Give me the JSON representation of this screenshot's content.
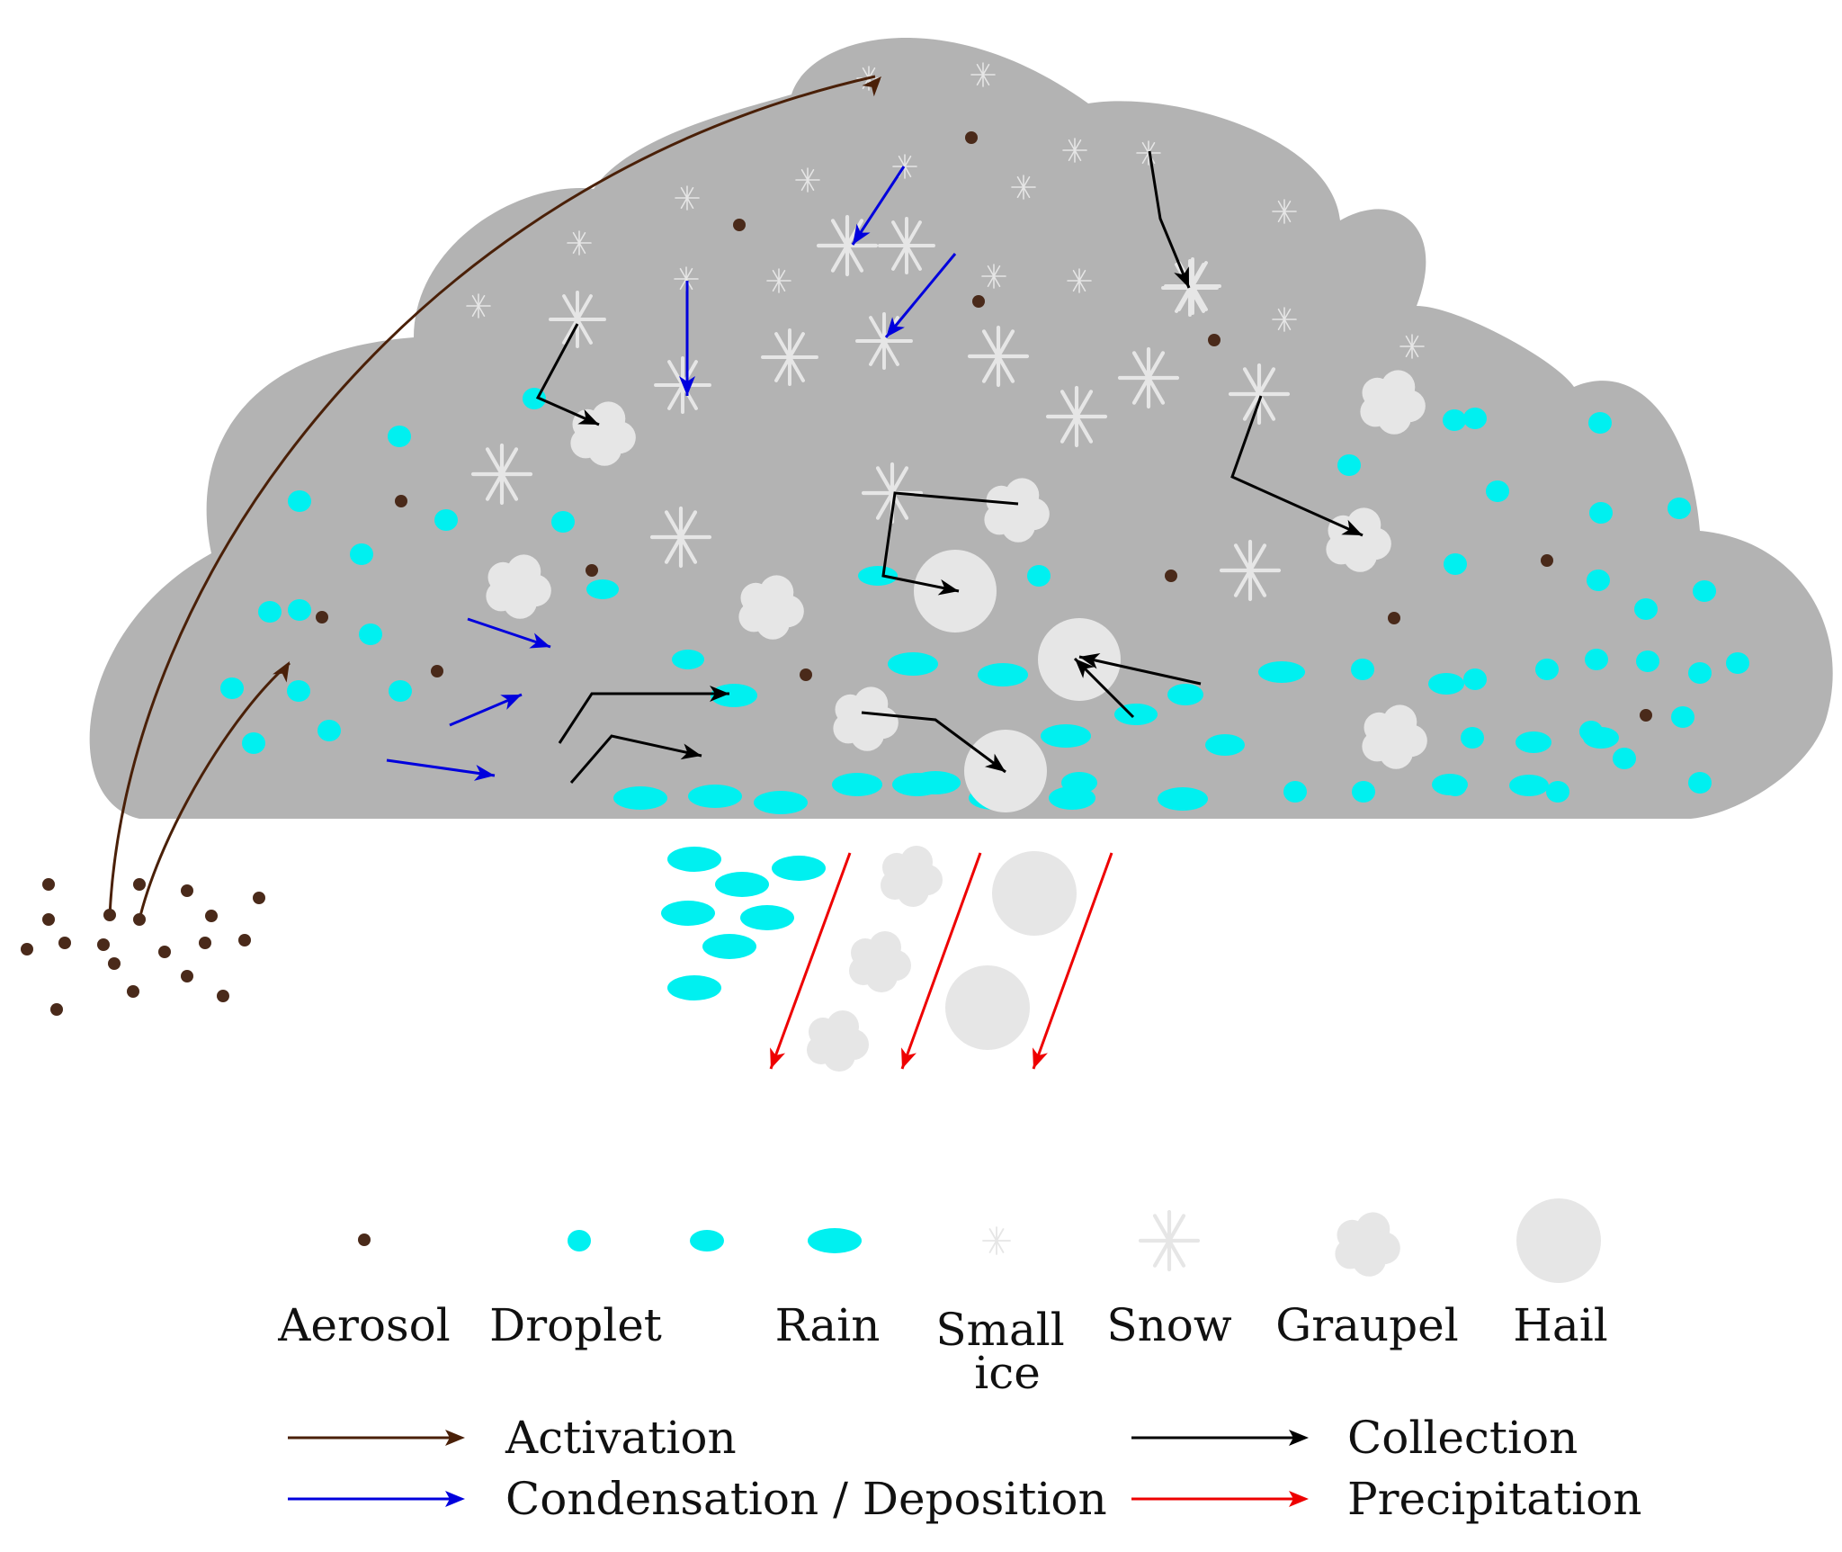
{
  "colors": {
    "cloud": "#b3b3b3",
    "aerosol": "#4a2a1a",
    "droplet": "#00f0f0",
    "ice": "#e6e6e6",
    "activation": "#4a2008",
    "condensation": "#0000dd",
    "collection": "#000000",
    "precipitation": "#ee0000",
    "text": "#111111"
  },
  "species_legend": [
    {
      "label": "Aerosol",
      "icon": "aerosol-dot-icon"
    },
    {
      "label": "Droplet",
      "icon": "droplet-icon"
    },
    {
      "label": "Rain",
      "icon": "raindrop-icon"
    },
    {
      "label": "Small ice",
      "icon": "small-ice-icon"
    },
    {
      "label": "Snow",
      "icon": "snowflake-icon"
    },
    {
      "label": "Graupel",
      "icon": "graupel-icon"
    },
    {
      "label": "Hail",
      "icon": "hail-icon"
    }
  ],
  "process_legend": [
    {
      "label": "Activation",
      "color_key": "activation"
    },
    {
      "label": "Condensation / Deposition",
      "color_key": "condensation"
    },
    {
      "label": "Collection",
      "color_key": "collection"
    },
    {
      "label": "Precipitation",
      "color_key": "precipitation"
    }
  ]
}
